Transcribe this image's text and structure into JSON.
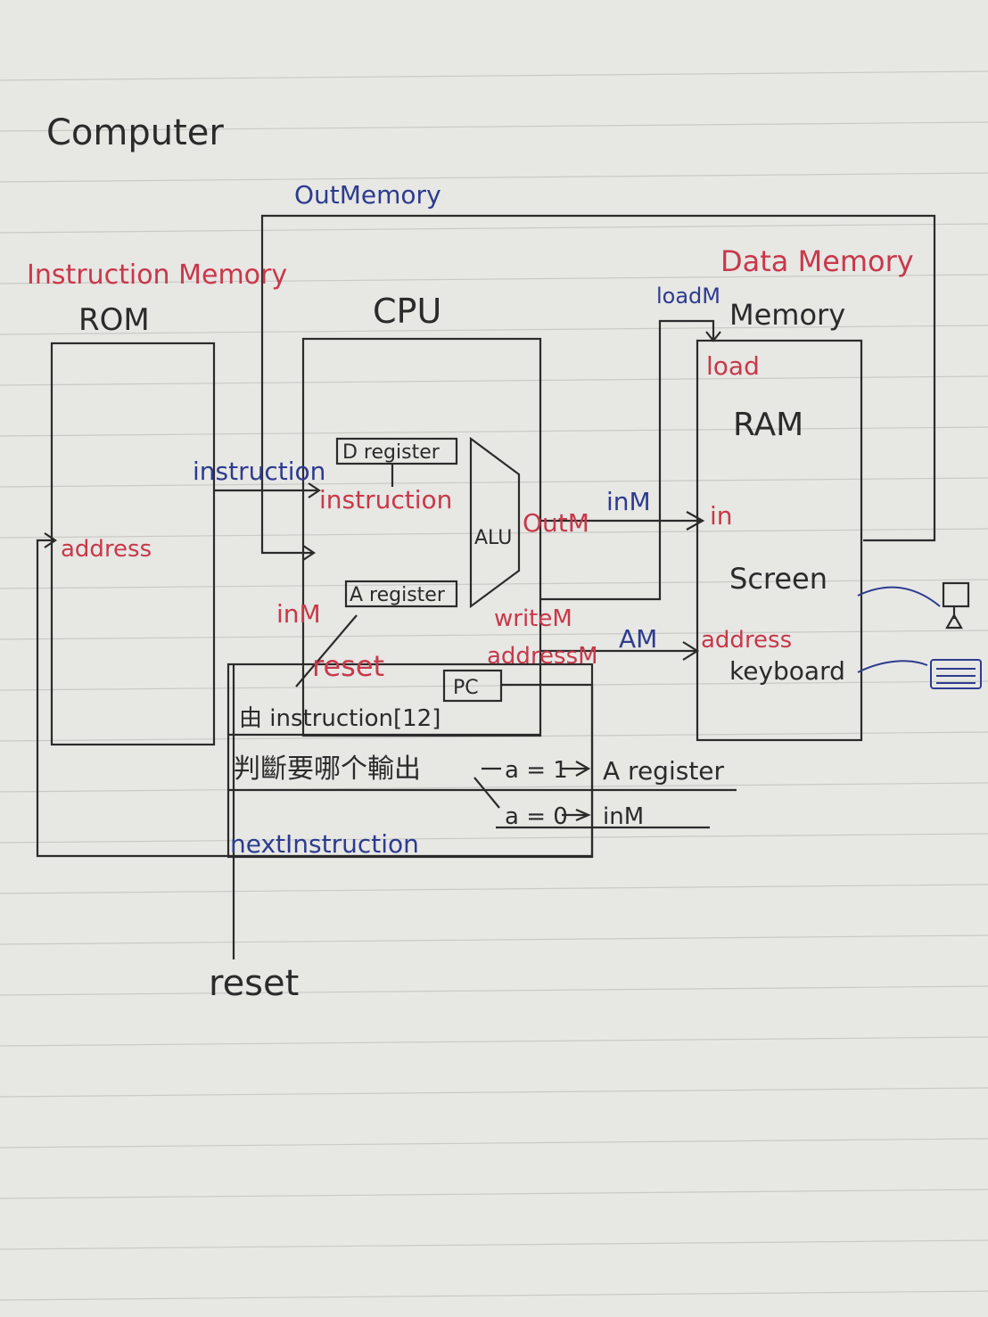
{
  "title": "Computer",
  "labels": {
    "out_memory": "OutMemory",
    "instruction_memory": "Instruction Memory",
    "data_memory": "Data Memory",
    "rom": "ROM",
    "cpu": "CPU",
    "load_m": "loadM",
    "memory": "Memory",
    "load": "load",
    "ram": "RAM",
    "rom_address": "address",
    "instruction_out": "instruction",
    "instruction_in": "instruction",
    "d_register": "D register",
    "a_register": "A register",
    "alu": "ALU",
    "out_m": "OutM",
    "in_m_top": "inM",
    "in_m_left": "inM",
    "ram_in": "in",
    "screen": "Screen",
    "write_m": "writeM",
    "address_m": "addressM",
    "am": "AM",
    "ram_address": "address",
    "keyboard": "keyboard",
    "reset_inner": "reset",
    "pc": "PC",
    "note_line1": "由 instruction[12]",
    "note_line2": "判斷要哪个輸出",
    "branch_a1": "a = 1",
    "target_a1": "A register",
    "branch_a0": "a = 0",
    "target_a0": "inM",
    "next_instruction": "nextInstruction",
    "reset_bottom": "reset"
  },
  "colors": {
    "paper": "#e7e7e4",
    "ink_black": "#2b2b2b",
    "ink_blue": "#2d3b8f",
    "ink_red": "#c8384a"
  }
}
